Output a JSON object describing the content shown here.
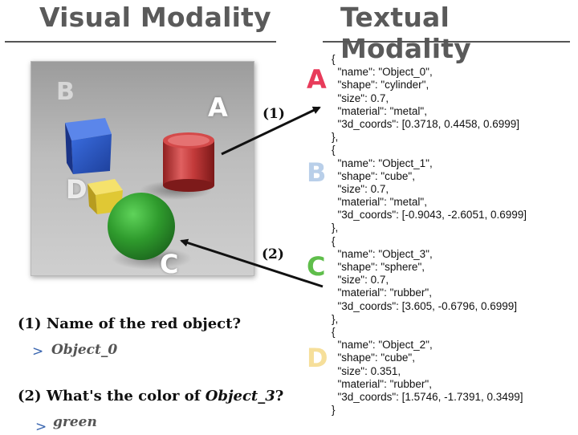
{
  "headings": {
    "visual": "Visual Modality",
    "textual": "Textual Modality"
  },
  "scene_labels": {
    "a": "A",
    "b": "B",
    "c": "C",
    "d": "D"
  },
  "arrows": {
    "one": "(1)",
    "two": "(2)"
  },
  "side_letters": {
    "a": {
      "text": "A",
      "color": "#e83b5a"
    },
    "b": {
      "text": "B",
      "color": "#b9cfe9"
    },
    "c": {
      "text": "C",
      "color": "#5fbe4b"
    },
    "d": {
      "text": "D",
      "color": "#f6df9a"
    }
  },
  "json_lines": [
    "{",
    "  \"name\": \"Object_0\",",
    "  \"shape\": \"cylinder\",",
    "  \"size\": 0.7,",
    "  \"material\": \"metal\",",
    "  \"3d_coords\": [0.3718, 0.4458, 0.6999]",
    "},",
    "{",
    "  \"name\": \"Object_1\",",
    "  \"shape\": \"cube\",",
    "  \"size\": 0.7,",
    "  \"material\": \"metal\",",
    "  \"3d_coords\": [-0.9043, -2.6051, 0.6999]",
    "},",
    "{",
    "  \"name\": \"Object_3\",",
    "  \"shape\": \"sphere\",",
    "  \"size\": 0.7,",
    "  \"material\": \"rubber\",",
    "  \"3d_coords\": [3.605, -0.6796, 0.6999]",
    "},",
    "{",
    "  \"name\": \"Object_2\",",
    "  \"shape\": \"cube\",",
    "  \"size\": 0.351,",
    "  \"material\": \"rubber\",",
    "  \"3d_coords\": [1.5746, -1.7391, 0.3499]",
    "}"
  ],
  "qa": {
    "q1": "(1) Name of the red object?",
    "a1": "Object_0",
    "q2_prefix": "(2) What's the color of ",
    "q2_obj": "Object_3",
    "q2_suffix": "?",
    "a2": "green",
    "caret": ">"
  }
}
